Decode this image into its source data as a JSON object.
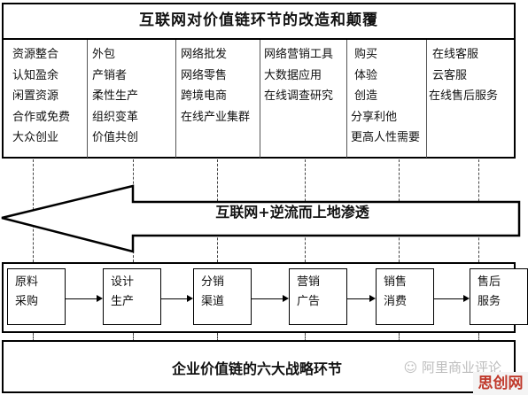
{
  "header": {
    "title": "互联网对价值链环节的改造和颠覆"
  },
  "columns": [
    [
      "资源整合",
      "认知盈余",
      "闲置资源",
      "合作或免费",
      "大众创业"
    ],
    [
      "外包",
      "产销者",
      "柔性生产",
      "组织变革",
      "价值共创"
    ],
    [
      "网络批发",
      "网络零售",
      "跨境电商",
      "在线产业集群"
    ],
    [
      "网络营销工具",
      "大数据应用",
      "在线调查研究"
    ],
    [
      "购买",
      "体验",
      "创造",
      "分享利他",
      "更高人性需要"
    ],
    [
      "在线客服",
      "云客服",
      "在线售后服务"
    ]
  ],
  "arrow": {
    "label": "互联网+逆流而上地渗透"
  },
  "steps": [
    [
      "原料",
      "采购"
    ],
    [
      "设计",
      "生产"
    ],
    [
      "分销",
      "渠道"
    ],
    [
      "营销",
      "广告"
    ],
    [
      "销售",
      "消费"
    ],
    [
      "售后",
      "服务"
    ]
  ],
  "footer": {
    "title": "企业价值链的六大战略环节"
  },
  "watermark": {
    "text": "阿里商业评论"
  },
  "badge": {
    "text": "思创网"
  }
}
